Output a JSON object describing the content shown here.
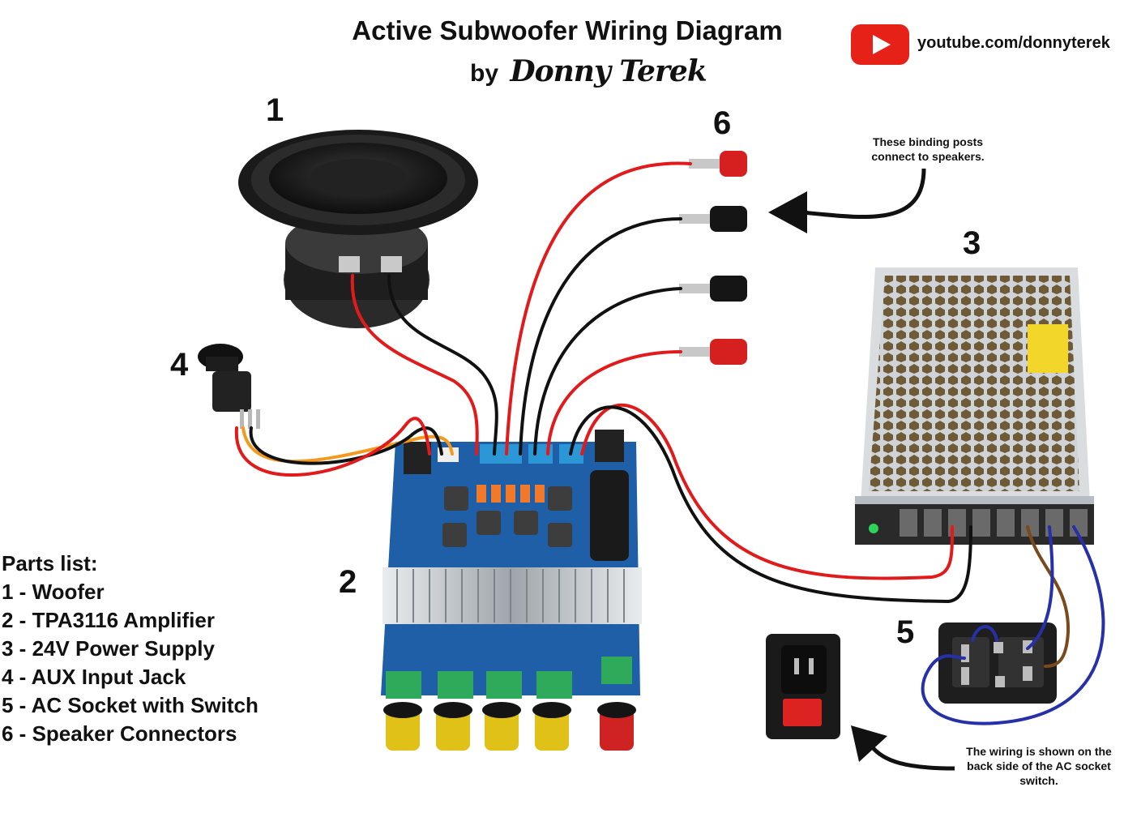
{
  "header": {
    "title": "Active Subwoofer Wiring Diagram",
    "by": "by",
    "author_signature": "Donny Terek",
    "youtube_url": "youtube.com/donnyterek"
  },
  "callout_numbers": {
    "woofer": "1",
    "amplifier": "2",
    "power_supply": "3",
    "aux_jack": "4",
    "ac_socket": "5",
    "speaker_connectors": "6"
  },
  "notes": {
    "binding_posts_line1": "These binding posts",
    "binding_posts_line2": "connect to speakers.",
    "ac_line1": "The wiring is shown on the",
    "ac_line2": "back side of the AC socket",
    "ac_line3": "switch."
  },
  "parts_list": {
    "heading": "Parts list:",
    "items": [
      "1 - Woofer",
      "2 - TPA3116 Amplifier",
      "3 - 24V Power Supply",
      "4 - AUX Input Jack",
      "5 - AC Socket with Switch",
      "6 - Speaker Connectors"
    ]
  },
  "colors": {
    "wire_red": "#e11b1b",
    "wire_black": "#111111",
    "wire_orange": "#f39a1e",
    "wire_blue": "#2630a8",
    "wire_brown": "#7a4a1c",
    "pcb_blue": "#1f5fa8",
    "youtube_red": "#e62117"
  }
}
